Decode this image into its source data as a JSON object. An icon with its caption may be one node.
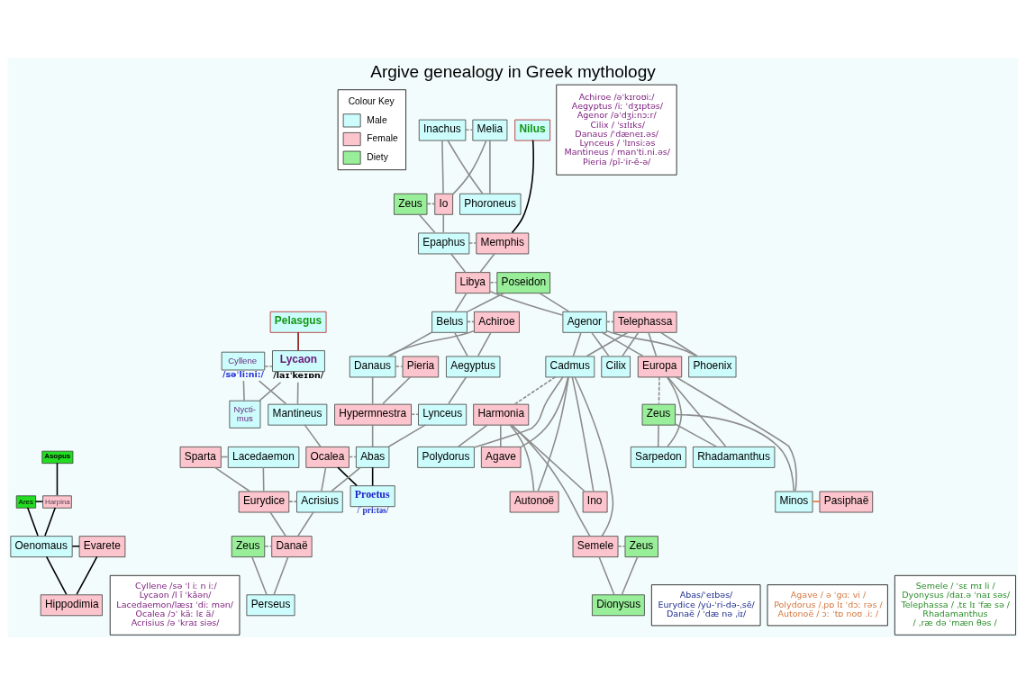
{
  "diagram": {
    "title": "Argive genealogy in Greek mythology",
    "nodes": [
      {
        "text": [
          "Inachus"
        ]
      },
      {
        "text": [
          "Melia"
        ]
      },
      {
        "text": [
          "Nilus"
        ]
      },
      {
        "text": [
          "Achiroe /əˈkɪroʊiː/",
          "Aegyptus /iː ˈdʒɪptəs/",
          "Agenor /əˈdʒiːnɔːr/",
          "Cilix / ˈsɪlɪks/",
          "Danaus /ˈdæneɪ.əs/",
          "Lynceus / ˈlɪnsiːəs",
          "Mantineus / manˈti.ni.əs/",
          "Pieria /pī-ˈir-ē-ə/"
        ]
      },
      {
        "text": [
          "Zeus"
        ]
      },
      {
        "text": [
          "Io"
        ]
      },
      {
        "text": [
          "Phoroneus"
        ]
      },
      {
        "text": [
          "Epaphus"
        ]
      },
      {
        "text": [
          "Memphis"
        ]
      },
      {
        "text": [
          "Libya"
        ]
      },
      {
        "text": [
          "Poseidon"
        ]
      },
      {
        "text": [
          "Pelasgus"
        ]
      },
      {
        "text": [
          "Belus"
        ]
      },
      {
        "text": [
          "Achiroe"
        ]
      },
      {
        "text": [
          "Agenor"
        ]
      },
      {
        "text": [
          "Telephassa"
        ]
      },
      {
        "text": [
          "Cyllene"
        ],
        "beside": [
          "/səˈli:ni:/"
        ]
      },
      {
        "text": [
          "Lycaon"
        ],
        "beside": [
          "/laɪˈkeɪɒn/"
        ]
      },
      {
        "text": [
          "Danaus"
        ]
      },
      {
        "text": [
          "Pieria"
        ]
      },
      {
        "text": [
          "Aegyptus"
        ]
      },
      {
        "text": [
          "Cadmus"
        ]
      },
      {
        "text": [
          "Cilix"
        ]
      },
      {
        "text": [
          "Europa"
        ]
      },
      {
        "text": [
          "Phoenix"
        ]
      },
      {
        "text": [
          "Nycti- mus"
        ]
      },
      {
        "text": [
          "Mantineus"
        ]
      },
      {
        "text": [
          "Hypermnestra"
        ]
      },
      {
        "text": [
          "Lynceus"
        ]
      },
      {
        "text": [
          "Harmonia"
        ]
      },
      {
        "text": [
          "Zeus"
        ]
      },
      {
        "text": [
          "Polydorus"
        ]
      },
      {
        "text": [
          "Sparta"
        ]
      },
      {
        "text": [
          "Lacedaemon"
        ]
      },
      {
        "text": [
          "Ocalea"
        ]
      },
      {
        "text": [
          "Abas"
        ]
      },
      {
        "text": [
          "Agave"
        ]
      },
      {
        "text": [
          "Sarpedon"
        ]
      },
      {
        "text": [
          "Rhadamanthus"
        ]
      },
      {
        "text": [
          "Asopus"
        ]
      },
      {
        "text": [
          "Autonoë"
        ]
      },
      {
        "text": [
          "Ares"
        ]
      },
      {
        "text": [
          "Harpina"
        ]
      },
      {
        "text": [
          "Eurydice"
        ]
      },
      {
        "text": [
          "Acrisius"
        ]
      },
      {
        "text": [
          "Proetus"
        ],
        "beside": [
          "/ˈpri:təs/"
        ]
      },
      {
        "text": [
          "Ino"
        ]
      },
      {
        "text": [
          "Minos"
        ]
      },
      {
        "text": [
          "Pasiphaë"
        ]
      },
      {
        "text": [
          "Oenomaus"
        ]
      },
      {
        "text": [
          "Evarete"
        ]
      },
      {
        "text": [
          "Hippodimia"
        ]
      },
      {
        "text": [
          "Zeus"
        ]
      },
      {
        "text": [
          "Danaë"
        ]
      },
      {
        "text": [
          "Semele"
        ]
      },
      {
        "text": [
          "Zeus"
        ]
      },
      {
        "text": [
          "Perseus"
        ]
      },
      {
        "text": [
          "Dionysus"
        ]
      },
      {
        "text": [
          "Cyllene /sə ˈl iː n iː/",
          "Lycaon /l ī ˈkāən/",
          "Lacedaemon/læsɪ ˈdiː mən/",
          "Ocalea /ɔˈ käː lɛ ä/",
          "Acrisius /ə ˈkraɪ siəs/"
        ]
      },
      {
        "text": [
          "Abas/ˈeɪbəs/",
          "Eurydice /yu̇-ˈri-də-ˌsē/",
          "Danaë / ˈdæ nə ˌiɪ/"
        ]
      },
      {
        "text": [
          "Agave / ə ˈgɑː vi /",
          "Polydorus /ˌpɒ lɪ ˈdɔː rəs /",
          "Autonoë / ɔː ˈtɒ noʊ .iː /"
        ]
      },
      {
        "text": [
          "Semele / ˈsɛ mɪ li /",
          "Dyonysus /daɪ.ə ˈnaɪ səs/",
          "Telephassa / ˌtɛ lɪ ˈfæ sə /",
          "Rhadamanthus / ˌræ də ˈmæn θəs /"
        ]
      }
    ],
    "edges": [
      {
        "from": 0,
        "to": 1,
        "arrow": "none",
        "style": "dashed"
      },
      {
        "from": 0,
        "to": 5,
        "arrow": "none"
      },
      {
        "from": 1,
        "to": 5,
        "arrow": "none"
      },
      {
        "from": 0,
        "to": 6,
        "arrow": "none"
      },
      {
        "from": 1,
        "to": 6,
        "arrow": "none"
      },
      {
        "from": 2,
        "to": 8,
        "arrow": "none",
        "color": "#000000"
      },
      {
        "from": 4,
        "to": 5,
        "arrow": "none",
        "style": "dashed"
      },
      {
        "from": 4,
        "to": 7,
        "arrow": "none"
      },
      {
        "from": 5,
        "to": 7,
        "arrow": "none"
      },
      {
        "from": 7,
        "to": 8,
        "arrow": "none",
        "style": "dashed"
      },
      {
        "from": 7,
        "to": 9,
        "arrow": "none"
      },
      {
        "from": 8,
        "to": 9,
        "arrow": "none"
      },
      {
        "from": 9,
        "to": 10,
        "arrow": "none",
        "style": "dashed"
      },
      {
        "from": 9,
        "to": 12,
        "arrow": "none"
      },
      {
        "from": 10,
        "to": 12,
        "arrow": "none"
      },
      {
        "from": 9,
        "to": 14,
        "arrow": "none"
      },
      {
        "from": 10,
        "to": 14,
        "arrow": "none"
      },
      {
        "from": 11,
        "to": 17,
        "arrow": "none",
        "color": "#8b1010"
      },
      {
        "from": 16,
        "to": 17,
        "arrow": "none",
        "style": "dashed"
      },
      {
        "from": 16,
        "to": 25,
        "arrow": "none"
      },
      {
        "from": 17,
        "to": 25,
        "arrow": "none"
      },
      {
        "from": 16,
        "to": 26,
        "arrow": "none"
      },
      {
        "from": 17,
        "to": 26,
        "arrow": "none"
      },
      {
        "from": 12,
        "to": 13,
        "arrow": "none",
        "style": "dashed"
      },
      {
        "from": 12,
        "to": 18,
        "arrow": "none"
      },
      {
        "from": 13,
        "to": 18,
        "arrow": "none"
      },
      {
        "from": 12,
        "to": 20,
        "arrow": "none"
      },
      {
        "from": 13,
        "to": 20,
        "arrow": "none"
      },
      {
        "from": 14,
        "to": 15,
        "arrow": "none",
        "style": "dashed"
      },
      {
        "from": 14,
        "to": 21,
        "arrow": "none"
      },
      {
        "from": 15,
        "to": 21,
        "arrow": "none"
      },
      {
        "from": 14,
        "to": 22,
        "arrow": "none"
      },
      {
        "from": 15,
        "to": 22,
        "arrow": "none"
      },
      {
        "from": 14,
        "to": 23,
        "arrow": "none"
      },
      {
        "from": 15,
        "to": 23,
        "arrow": "none"
      },
      {
        "from": 14,
        "to": 24,
        "arrow": "none"
      },
      {
        "from": 15,
        "to": 24,
        "arrow": "none"
      },
      {
        "from": 18,
        "to": 19,
        "arrow": "none",
        "style": "dashed"
      },
      {
        "from": 18,
        "to": 27,
        "arrow": "none"
      },
      {
        "from": 19,
        "to": 27,
        "arrow": "none"
      },
      {
        "from": 20,
        "to": 28,
        "arrow": "none"
      },
      {
        "from": 27,
        "to": 28,
        "arrow": "none",
        "style": "dashed"
      },
      {
        "from": 27,
        "to": 35,
        "arrow": "none"
      },
      {
        "from": 28,
        "to": 35,
        "arrow": "none"
      },
      {
        "from": 26,
        "to": 34,
        "arrow": "none"
      },
      {
        "from": 21,
        "to": 29,
        "arrow": "none",
        "style": "dashed"
      },
      {
        "from": 21,
        "to": 31,
        "arrow": "none"
      },
      {
        "from": 29,
        "to": 31,
        "arrow": "none"
      },
      {
        "from": 21,
        "to": 36,
        "arrow": "none"
      },
      {
        "from": 29,
        "to": 36,
        "arrow": "none"
      },
      {
        "from": 21,
        "to": 40,
        "arrow": "none"
      },
      {
        "from": 29,
        "to": 40,
        "arrow": "none"
      },
      {
        "from": 21,
        "to": 46,
        "arrow": "none"
      },
      {
        "from": 29,
        "to": 46,
        "arrow": "none"
      },
      {
        "from": 21,
        "to": 54,
        "arrow": "none"
      },
      {
        "from": 29,
        "to": 54,
        "arrow": "none"
      },
      {
        "from": 23,
        "to": 30,
        "arrow": "none",
        "style": "dashed"
      },
      {
        "from": 23,
        "to": 37,
        "arrow": "none"
      },
      {
        "from": 30,
        "to": 37,
        "arrow": "none"
      },
      {
        "from": 23,
        "to": 38,
        "arrow": "none"
      },
      {
        "from": 30,
        "to": 38,
        "arrow": "none"
      },
      {
        "from": 23,
        "to": 47,
        "arrow": "none"
      },
      {
        "from": 30,
        "to": 47,
        "arrow": "none"
      },
      {
        "from": 47,
        "to": 48,
        "arrow": "none",
        "color": "#e8702a"
      },
      {
        "from": 32,
        "to": 33,
        "arrow": "none"
      },
      {
        "from": 32,
        "to": 43,
        "arrow": "none"
      },
      {
        "from": 33,
        "to": 43,
        "arrow": "none"
      },
      {
        "from": 39,
        "to": 42,
        "arrow": "none",
        "color": "#000000"
      },
      {
        "from": 41,
        "to": 42,
        "arrow": "none",
        "color": "#000000"
      },
      {
        "from": 41,
        "to": 49,
        "arrow": "none",
        "color": "#000000"
      },
      {
        "from": 42,
        "to": 49,
        "arrow": "none",
        "color": "#000000"
      },
      {
        "from": 49,
        "to": 50,
        "arrow": "none",
        "color": "#000000"
      },
      {
        "from": 49,
        "to": 51,
        "arrow": "none",
        "color": "#000000"
      },
      {
        "from": 50,
        "to": 51,
        "arrow": "none",
        "color": "#000000"
      },
      {
        "from": 34,
        "to": 35,
        "arrow": "none",
        "style": "dashed"
      },
      {
        "from": 34,
        "to": 44,
        "arrow": "none"
      },
      {
        "from": 35,
        "to": 44,
        "arrow": "none"
      },
      {
        "from": 34,
        "to": 45,
        "arrow": "none",
        "color": "#000000"
      },
      {
        "from": 35,
        "to": 45,
        "arrow": "none",
        "color": "#000000"
      },
      {
        "from": 43,
        "to": 44,
        "arrow": "none",
        "style": "dashed"
      },
      {
        "from": 43,
        "to": 53,
        "arrow": "none"
      },
      {
        "from": 44,
        "to": 53,
        "arrow": "none"
      },
      {
        "from": 52,
        "to": 53,
        "arrow": "none",
        "style": "dashed"
      },
      {
        "from": 52,
        "to": 56,
        "arrow": "none"
      },
      {
        "from": 53,
        "to": 56,
        "arrow": "none"
      },
      {
        "from": 54,
        "to": 55,
        "arrow": "none",
        "style": "dashed"
      },
      {
        "from": 54,
        "to": 57,
        "arrow": "none"
      },
      {
        "from": 55,
        "to": 57,
        "arrow": "none"
      }
    ],
    "labels": [
      "Colour Key"
    ],
    "legend": [
      {
        "text": "Male",
        "color": "#ccfcfc"
      },
      {
        "text": "Female",
        "color": "#fcc4cc"
      },
      {
        "text": "Diety",
        "color": "#99ee99"
      }
    ]
  }
}
